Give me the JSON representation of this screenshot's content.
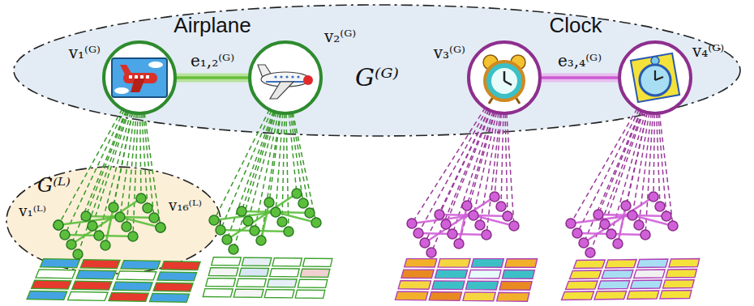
{
  "diagram": {
    "nodes": [
      {
        "text": [
          "G⁽ᴳ⁾"
        ]
      },
      {
        "text": [
          "v₁⁽ᴳ⁾"
        ],
        "in": 0
      },
      {
        "text": [
          "v₂⁽ᴳ⁾"
        ],
        "in": 0
      },
      {
        "text": [
          "v₃⁽ᴳ⁾"
        ],
        "in": 0
      },
      {
        "text": [
          "v₄⁽ᴳ⁾"
        ],
        "in": 0
      },
      {
        "text": [
          "G⁽ᴸ⁾"
        ]
      },
      {
        "text": [
          "v₁⁽ᴸ⁾"
        ],
        "in": 5
      },
      {
        "text": [
          "v₁₆⁽ᴸ⁾"
        ],
        "in": 5
      }
    ],
    "edges": [
      {
        "from": 1,
        "to": 2,
        "arrow": "none",
        "label": "e₁,₂⁽ᴳ⁾"
      },
      {
        "from": 3,
        "to": 4,
        "arrow": "none",
        "label": "e₃,₄⁽ᴳ⁾"
      }
    ],
    "labels": [
      "Airplane",
      "Clock"
    ]
  }
}
